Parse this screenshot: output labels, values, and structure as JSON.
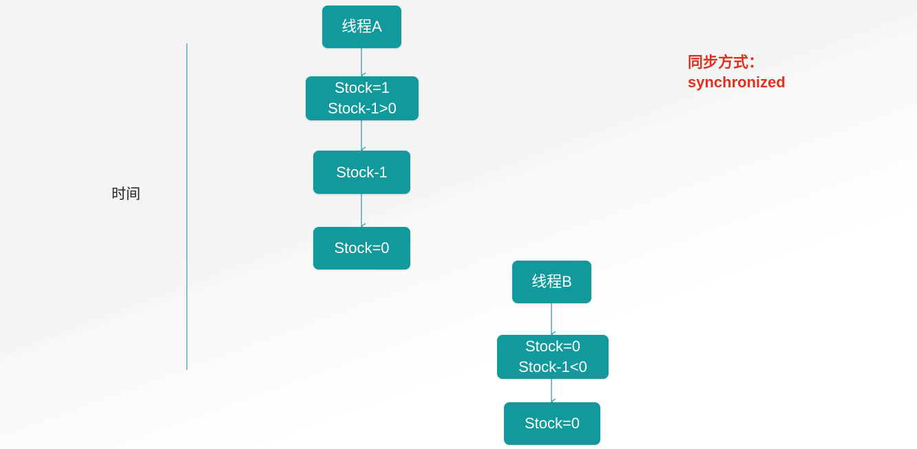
{
  "time_label": "时间",
  "sync": {
    "title": "同步方式：",
    "keyword": "synchronized"
  },
  "thread_a": {
    "header": "线程A",
    "check": [
      "Stock=1",
      "Stock-1>0"
    ],
    "decrement": "Stock-1",
    "result": "Stock=0"
  },
  "thread_b": {
    "header": "线程B",
    "check": [
      "Stock=0",
      "Stock-1<0"
    ],
    "result": "Stock=0"
  },
  "colors": {
    "node_fill": "#12999b",
    "arrow": "#2c8ea6",
    "sync_text": "#e0301e"
  }
}
